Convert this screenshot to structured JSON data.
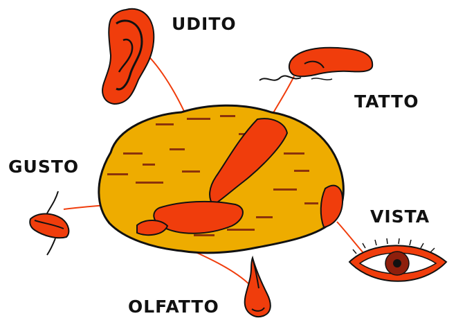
{
  "diagram": {
    "labels": {
      "udito": "UDITO",
      "tatto": "TATTO",
      "gusto": "GUSTO",
      "vista": "VISTA",
      "olfatto": "OLFATTO"
    },
    "colors": {
      "brain": "#eeac00",
      "organ": "#f03d0c",
      "outline": "#111111",
      "stain": "#7a1e0e",
      "iris": "#8e1f0c"
    }
  }
}
